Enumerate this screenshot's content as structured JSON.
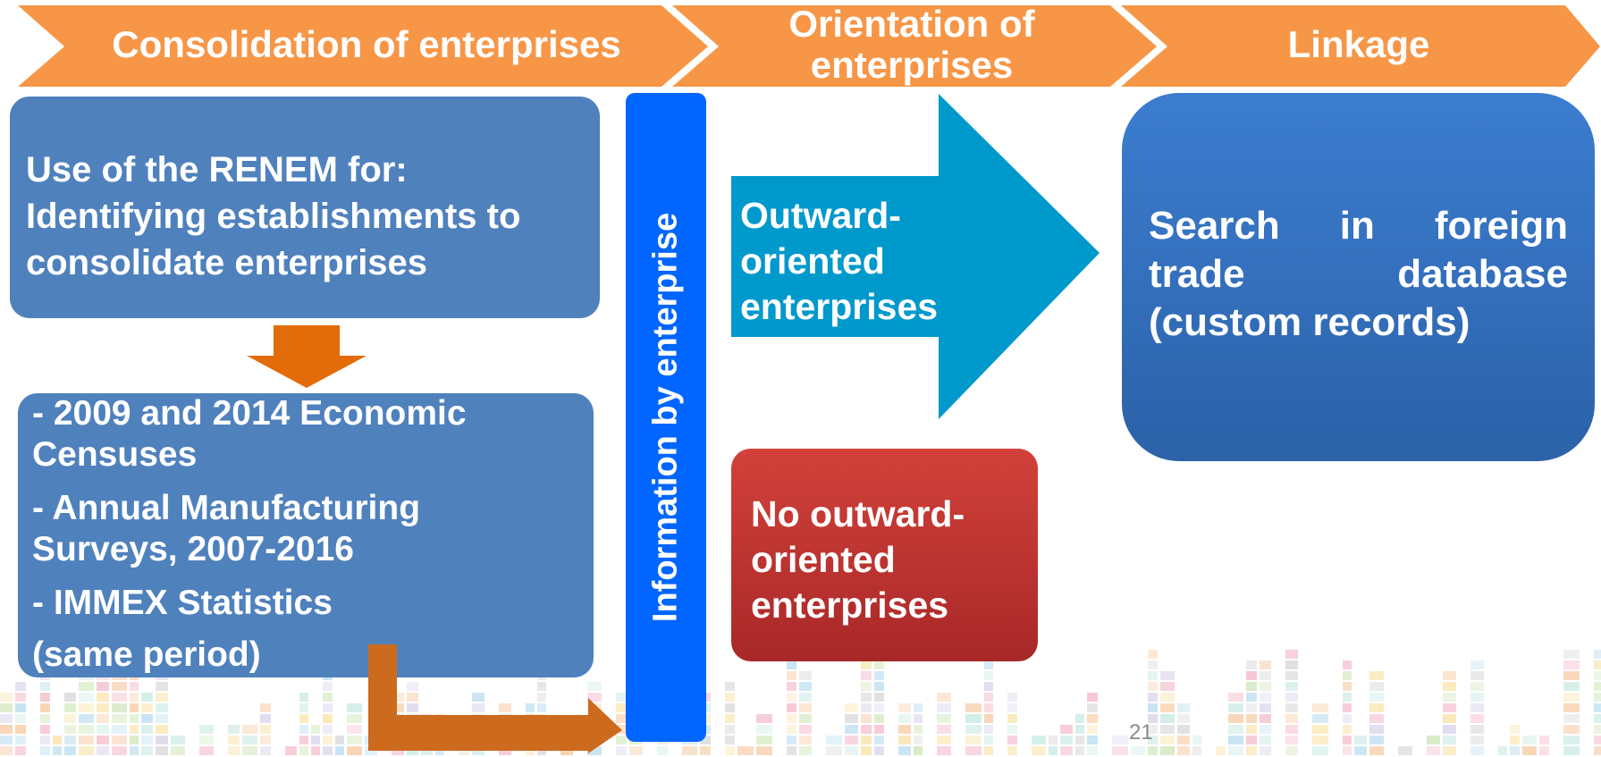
{
  "header": {
    "stage1": "Consolidation of enterprises",
    "stage2_line1": "Orientation of",
    "stage2_line2": "enterprises",
    "stage3": "Linkage"
  },
  "renem_box": {
    "line1": "Use of the RENEM for:",
    "line2": "Identifying establishments to",
    "line3": "consolidate enterprises"
  },
  "sources_box": {
    "item1_line1": "- 2009 and 2014 Economic",
    "item1_line2": "Censuses",
    "item2_line1": "- Annual Manufacturing",
    "item2_line2": "Surveys, 2007-2016",
    "item3": "- IMMEX Statistics",
    "item4": "(same period)"
  },
  "vertical_bar": {
    "label": "Information by enterprise"
  },
  "outward_arrow": {
    "line1": "Outward-",
    "line2": "oriented",
    "line3": "enterprises"
  },
  "no_outward_box": {
    "line1": "No outward-",
    "line2": "oriented",
    "line3": "enterprises"
  },
  "linkage_box": {
    "line1_words": [
      "Search",
      "in",
      "foreign"
    ],
    "line2_words": [
      "trade",
      "database"
    ],
    "line3": "(custom records)"
  },
  "page_number": "21",
  "colors": {
    "header_orange": "#f79646",
    "box_blue": "#4f81bd",
    "bar_blue": "#0066ff",
    "arrow_cyan": "#0099cc",
    "red": "#c0392b",
    "down_arrow_orange": "#e36c0a",
    "connector_orange": "#cc6a1e"
  },
  "icons": {
    "down_arrow": "down-arrow-icon",
    "elbow_arrow": "elbow-arrow-icon",
    "right_arrow": "right-arrow-shape"
  }
}
